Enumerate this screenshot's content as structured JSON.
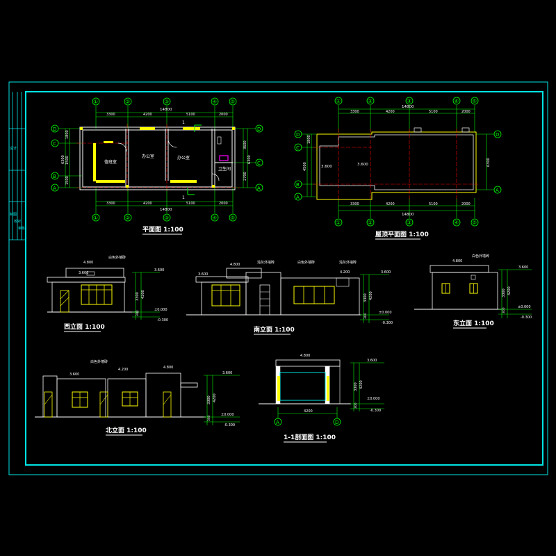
{
  "colors": {
    "background": "#000000",
    "frame": "#00e5e5",
    "dimension": "#00ff00",
    "wall": "#ffffff",
    "column": "#ffff00",
    "axis": "#ff0000",
    "label": "#ffff00",
    "accent": "#ff00ff"
  },
  "title_block": {
    "labels": [
      "设计",
      "制图",
      "校对",
      "审核"
    ]
  },
  "axes_numbers": [
    "①",
    "②",
    "③",
    "④",
    "⑤"
  ],
  "axes_letters": [
    "A",
    "B",
    "C",
    "D"
  ],
  "plan": {
    "title": "平面图 1:100",
    "overall": "14800",
    "spans": [
      "3300",
      "4200",
      "5100",
      "2000"
    ],
    "left_dims": [
      "1800",
      "1500",
      "6300",
      "1500"
    ],
    "right_dims": [
      "3600",
      "2700",
      "6300"
    ],
    "rooms": [
      "值班室",
      "办公室",
      "办公室",
      "卫生间"
    ],
    "cut_mark": "1"
  },
  "roof": {
    "title": "屋顶平面图 1:100",
    "overall": "14800",
    "spans": [
      "3300",
      "4200",
      "5100",
      "2000"
    ],
    "elevations": [
      "3.600",
      "3.600"
    ],
    "right_dims": [
      "6300"
    ],
    "left_dims": [
      "1800",
      "4500"
    ]
  },
  "west": {
    "title": "西立面 1:100",
    "tags": [
      "4.800",
      "3.600",
      "白色外墙砖"
    ],
    "levels": [
      "3.600",
      "±0.000",
      "-0.300"
    ],
    "dims": [
      "3300",
      "4200",
      "300"
    ]
  },
  "south": {
    "title": "南立面 1:100",
    "tags": [
      "4.800",
      "3.600",
      "4.200",
      "浅灰外墙砖",
      "白色外墙砖",
      "浅灰外墙砖"
    ],
    "levels": [
      "3.600",
      "±0.000",
      "-0.300"
    ],
    "dims": [
      "3300",
      "4200",
      "300"
    ]
  },
  "east": {
    "title": "东立面 1:100",
    "tags": [
      "4.800",
      "白色外墙砖"
    ],
    "levels": [
      "3.600",
      "±0.000",
      "-0.300"
    ],
    "dims": [
      "3300",
      "4200",
      "300"
    ]
  },
  "north": {
    "title": "北立面 1:100",
    "tags": [
      "3.600",
      "4.200",
      "4.800",
      "白色外墙砖"
    ],
    "levels": [
      "3.600",
      "±0.000",
      "-0.300"
    ],
    "dims": [
      "3300",
      "4200",
      "300"
    ]
  },
  "section": {
    "title": "1-1剖面图 1:100",
    "tags": [
      "4.800"
    ],
    "levels": [
      "3.600",
      "±0.000",
      "-0.300"
    ],
    "dims": [
      "3300",
      "4200",
      "300"
    ],
    "width": "4200",
    "axes": [
      "A",
      "D"
    ]
  }
}
